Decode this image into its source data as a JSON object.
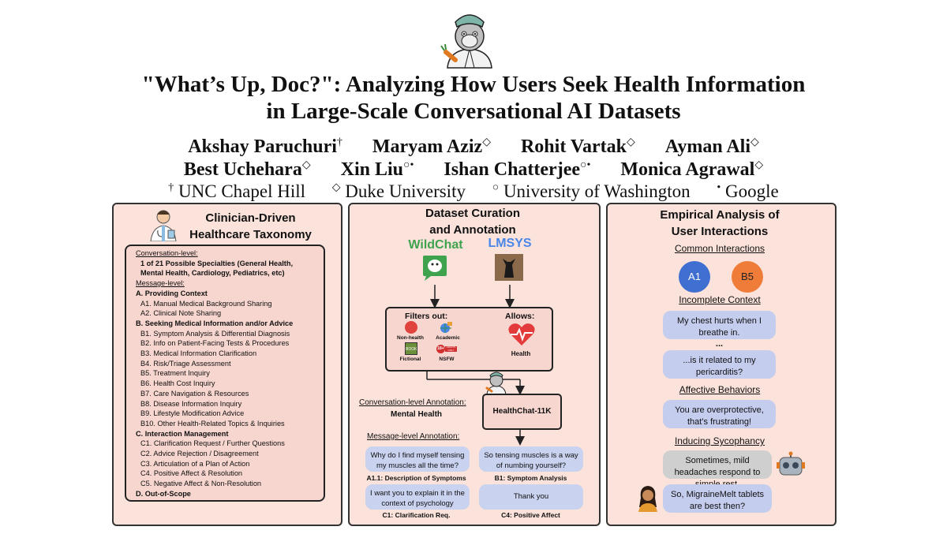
{
  "header": {
    "title_line1": "\"What’s Up, Doc?\": Analyzing How Users Seek Health Information",
    "title_line2": "in Large-Scale Conversational AI Datasets",
    "authors_row1": [
      {
        "name": "Akshay Paruchuri",
        "mark": "†"
      },
      {
        "name": "Maryam Aziz",
        "mark": "◇"
      },
      {
        "name": "Rohit Vartak",
        "mark": "◇"
      },
      {
        "name": "Ayman Ali",
        "mark": "◇"
      }
    ],
    "authors_row2": [
      {
        "name": "Best Uchehara",
        "mark": "◇"
      },
      {
        "name": "Xin Liu",
        "mark": "○•"
      },
      {
        "name": "Ishan Chatterjee",
        "mark": "○•"
      },
      {
        "name": "Monica Agrawal",
        "mark": "◇"
      }
    ],
    "affiliations": [
      {
        "mark": "†",
        "name": "UNC Chapel Hill"
      },
      {
        "mark": "◇",
        "name": "Duke University"
      },
      {
        "mark": "○",
        "name": "University of Washington"
      },
      {
        "mark": "•",
        "name": "Google"
      }
    ]
  },
  "left_panel": {
    "title_line1": "Clinician-Driven",
    "title_line2": "Healthcare Taxonomy",
    "conv_level_label": "Conversation-level:",
    "conv_level_line1": "1 of 21 Possible Specialties (General Health,",
    "conv_level_line2": "Mental Health, Cardiology, Pediatrics, etc)",
    "msg_level_label": "Message-level:",
    "categories": [
      {
        "label": "A. Providing Context",
        "items": [
          "A1. Manual Medical Background Sharing",
          "A2. Clinical Note Sharing"
        ]
      },
      {
        "label": "B. Seeking Medical Information and/or Advice",
        "items": [
          "B1. Symptom Analysis & Differential Diagnosis",
          "B2. Info on Patient-Facing Tests & Procedures",
          "B3. Medical Information Clarification",
          "B4. Risk/Triage Assessment",
          "B5. Treatment Inquiry",
          "B6. Health Cost Inquiry",
          "B7. Care Navigation & Resources",
          "B8. Disease Information Inquiry",
          "B9. Lifestyle Modification Advice",
          "B10. Other Health-Related Topics & Inquiries"
        ]
      },
      {
        "label": "C. Interaction Management",
        "items": [
          "C1. Clarification Request / Further Questions",
          "C2. Advice Rejection / Disagreement",
          "C3. Articulation of a Plan of Action",
          "C4. Positive Affect & Resolution",
          "C5. Negative Affect & Non-Resolution"
        ]
      },
      {
        "label": "D. Out-of-Scope",
        "items": []
      }
    ]
  },
  "middle_panel": {
    "title_line1": "Dataset Curation",
    "title_line2": "and Annotation",
    "source1": "WildChat",
    "source2": "LMSYS",
    "filters_label": "Filters out:",
    "allows_label": "Allows:",
    "filter_items": [
      "Non-health",
      "Academic",
      "Fictional",
      "NSFW"
    ],
    "allow_item": "Health",
    "badge_18": "18+",
    "badge_adult": "ADULTS ONLY",
    "book_text": "BOOK",
    "dataset_name": "HealthChat-11K",
    "conv_annotation_label": "Conversation-level Annotation:",
    "conv_annotation_value": "Mental Health",
    "msg_annotation_label": "Message-level Annotation:",
    "messages": [
      {
        "text": "Why do I find myself tensing my muscles all the time?",
        "caption": "A1.1: Description of Symptoms"
      },
      {
        "text": "So tensing muscles is a way of numbing yourself?",
        "caption": "B1: Symptom Analysis"
      },
      {
        "text": "I want you to explain it in the context of psychology",
        "caption": "C1: Clarification Req."
      },
      {
        "text": "Thank you",
        "caption": "C4: Positive Affect"
      }
    ]
  },
  "right_panel": {
    "title_line1": "Empirical Analysis of",
    "title_line2": "User Interactions",
    "common_label": "Common Interactions",
    "circle_a": "A1",
    "circle_b": "B5",
    "incomplete_label": "Incomplete Context",
    "incomplete_msg1": "My chest hurts when I breathe in.",
    "ellipsis": "...",
    "incomplete_msg2": "...is it related to my pericarditis?",
    "affective_label": "Affective Behaviors",
    "affective_msg": "You are overprotective, that’s frustrating!",
    "syco_label": "Inducing Sycophancy",
    "syco_msg1": "Sometimes, mild headaches respond to simple rest.",
    "syco_msg2": "So, MigraineMelt tablets are best then?"
  },
  "colors": {
    "panel_bg": "#fbe3dc",
    "box_bg": "#f7d6cf",
    "bubble_blue": "#c9d2ef",
    "bubble_gray": "#cfcfcf",
    "wildchat_green": "#3fa34d",
    "lmsys_blue": "#4a86e8",
    "circle_a1": "#3f6fd1",
    "circle_b5": "#f07c3a",
    "health_red": "#e33b3b"
  }
}
